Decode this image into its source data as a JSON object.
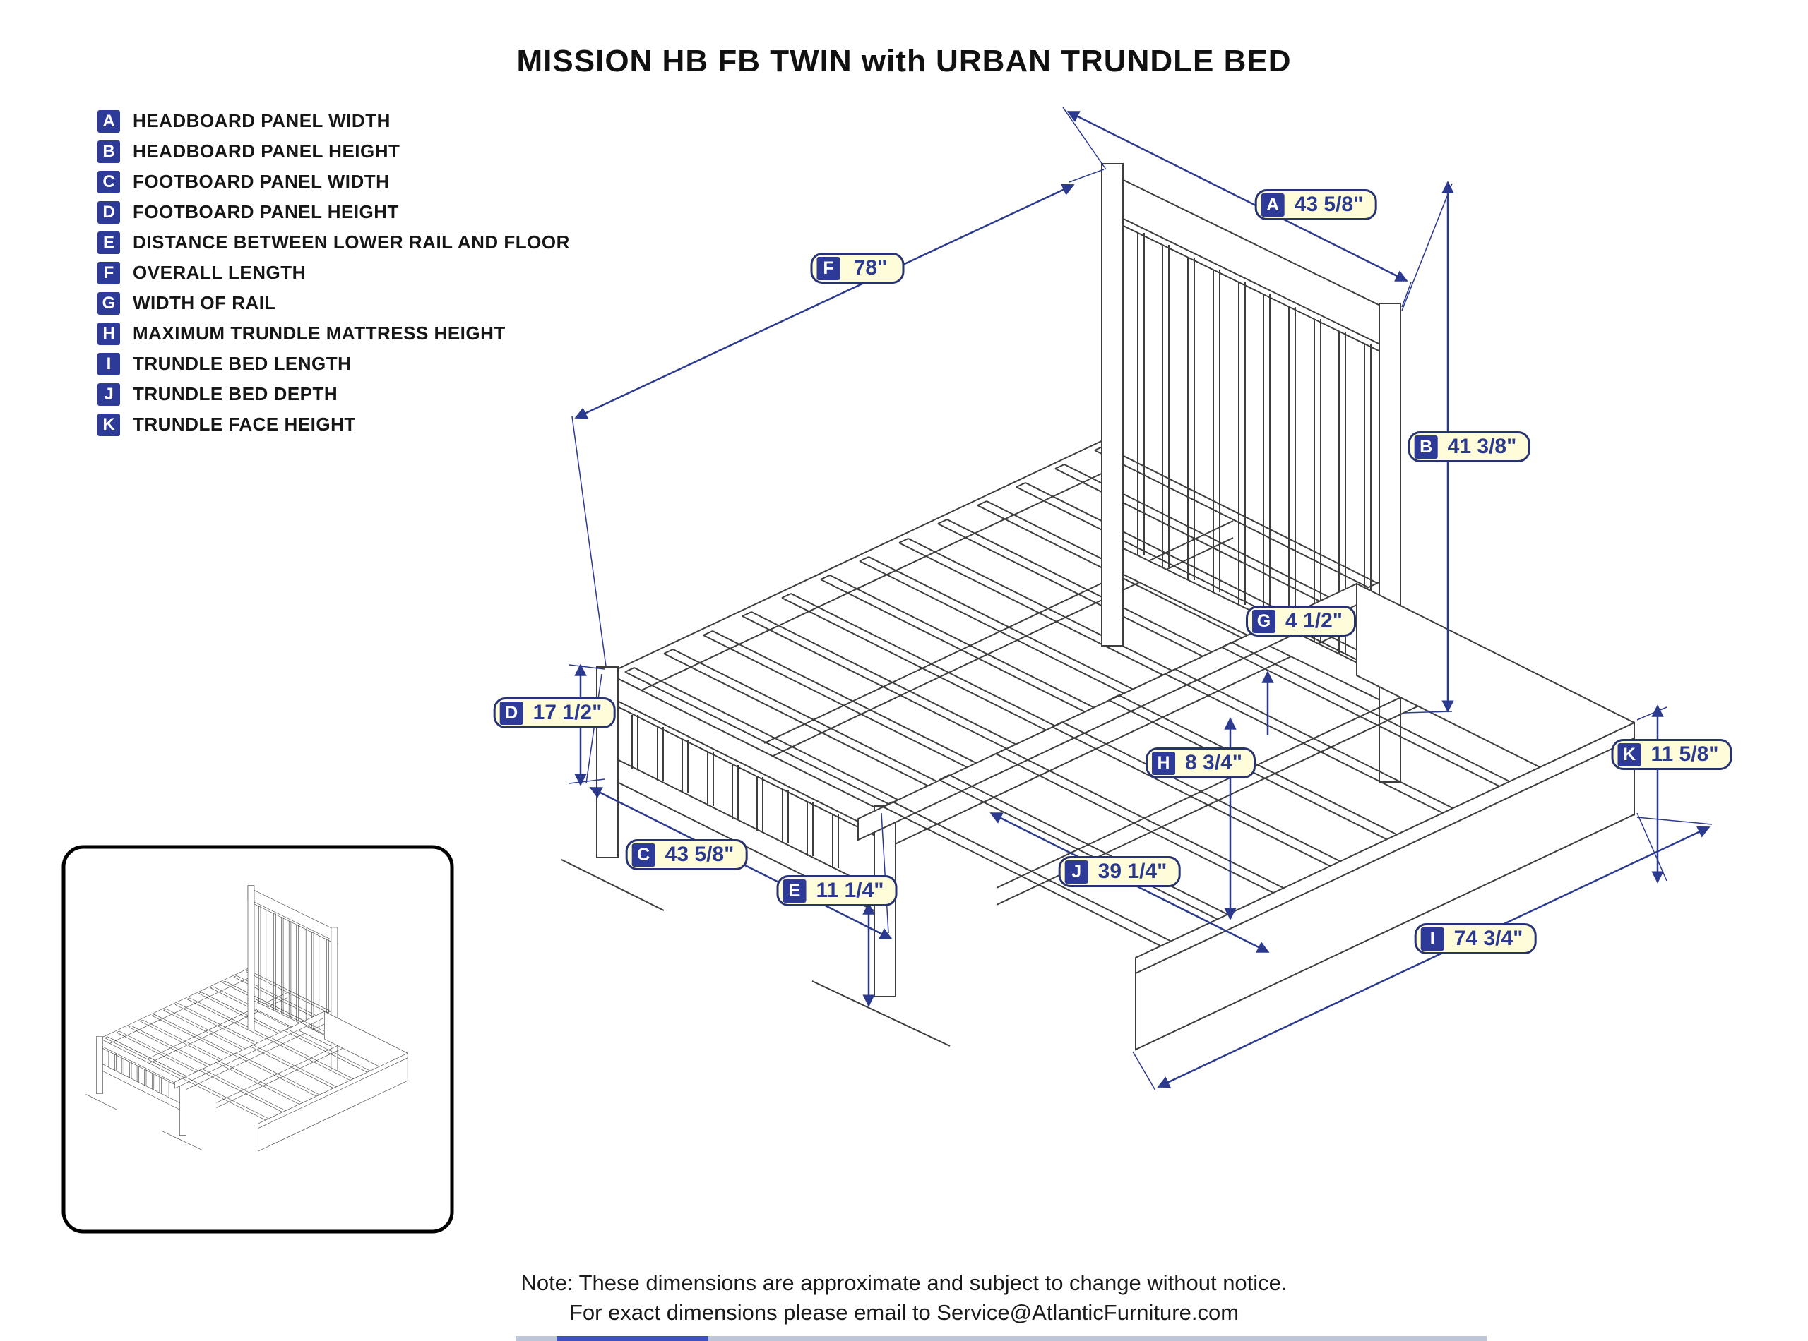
{
  "title": "MISSION HB FB TWIN with URBAN TRUNDLE BED",
  "legend": {
    "items": [
      {
        "letter": "A",
        "label": "HEADBOARD PANEL WIDTH"
      },
      {
        "letter": "B",
        "label": "HEADBOARD PANEL HEIGHT"
      },
      {
        "letter": "C",
        "label": "FOOTBOARD PANEL WIDTH"
      },
      {
        "letter": "D",
        "label": "FOOTBOARD PANEL HEIGHT"
      },
      {
        "letter": "E",
        "label": "DISTANCE BETWEEN LOWER RAIL AND FLOOR"
      },
      {
        "letter": "F",
        "label": "OVERALL LENGTH"
      },
      {
        "letter": "G",
        "label": "WIDTH OF RAIL"
      },
      {
        "letter": "H",
        "label": "MAXIMUM TRUNDLE MATTRESS HEIGHT"
      },
      {
        "letter": "I",
        "label": "TRUNDLE BED LENGTH"
      },
      {
        "letter": "J",
        "label": "TRUNDLE BED DEPTH"
      },
      {
        "letter": "K",
        "label": "TRUNDLE FACE HEIGHT"
      }
    ]
  },
  "dims": {
    "A": {
      "letter": "A",
      "value": "43 5/8\""
    },
    "B": {
      "letter": "B",
      "value": "41 3/8\""
    },
    "C": {
      "letter": "C",
      "value": "43 5/8\""
    },
    "D": {
      "letter": "D",
      "value": "17 1/2\""
    },
    "E": {
      "letter": "E",
      "value": "11 1/4\""
    },
    "F": {
      "letter": "F",
      "value": "78\""
    },
    "G": {
      "letter": "G",
      "value": "4 1/2\""
    },
    "H": {
      "letter": "H",
      "value": "8 3/4\""
    },
    "I": {
      "letter": "I",
      "value": "74 3/4\""
    },
    "J": {
      "letter": "J",
      "value": "39 1/4\""
    },
    "K": {
      "letter": "K",
      "value": "11 5/8\""
    }
  },
  "note": {
    "line1": "Note:  These dimensions are approximate and subject to change without notice.",
    "line2": "For exact dimensions please email to Service@AtlanticFurniture.com"
  },
  "colors": {
    "dimension_accent": "#2b3a8f",
    "badge_blue": "#2e3a97",
    "label_background": "#fffcd9",
    "label_border": "#273271",
    "drawing_line": "#3d3d3d"
  }
}
